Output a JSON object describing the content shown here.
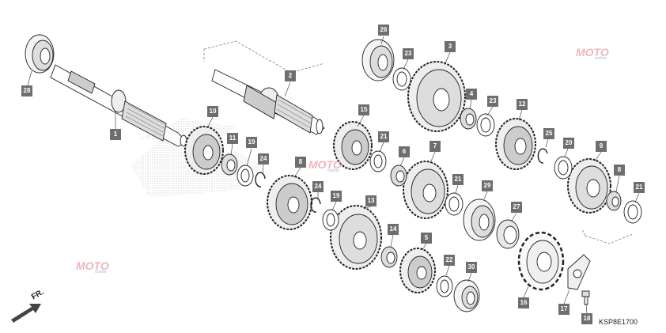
{
  "diagram": {
    "code": "KSP8E1700",
    "direction_label": "FR.",
    "watermark": {
      "text": "MOTO",
      "sub": "online"
    },
    "callouts": [
      {
        "id": "c1",
        "label": "1"
      },
      {
        "id": "c2",
        "label": "2"
      },
      {
        "id": "c3",
        "label": "3"
      },
      {
        "id": "c4",
        "label": "4"
      },
      {
        "id": "c5",
        "label": "5"
      },
      {
        "id": "c6",
        "label": "6"
      },
      {
        "id": "c7",
        "label": "7"
      },
      {
        "id": "c8a",
        "label": "8"
      },
      {
        "id": "c8b",
        "label": "8"
      },
      {
        "id": "c9",
        "label": "9"
      },
      {
        "id": "c10",
        "label": "10"
      },
      {
        "id": "c11",
        "label": "11"
      },
      {
        "id": "c12",
        "label": "12"
      },
      {
        "id": "c13",
        "label": "13"
      },
      {
        "id": "c14",
        "label": "14"
      },
      {
        "id": "c15",
        "label": "15"
      },
      {
        "id": "c16",
        "label": "16"
      },
      {
        "id": "c17",
        "label": "17"
      },
      {
        "id": "c18",
        "label": "18"
      },
      {
        "id": "c19a",
        "label": "19"
      },
      {
        "id": "c19b",
        "label": "19"
      },
      {
        "id": "c20",
        "label": "20"
      },
      {
        "id": "c21a",
        "label": "21"
      },
      {
        "id": "c21b",
        "label": "21"
      },
      {
        "id": "c21c",
        "label": "21"
      },
      {
        "id": "c22",
        "label": "22"
      },
      {
        "id": "c23a",
        "label": "23"
      },
      {
        "id": "c23b",
        "label": "23"
      },
      {
        "id": "c24a",
        "label": "24"
      },
      {
        "id": "c24b",
        "label": "24"
      },
      {
        "id": "c25",
        "label": "25"
      },
      {
        "id": "c26",
        "label": "26"
      },
      {
        "id": "c27",
        "label": "27"
      },
      {
        "id": "c28",
        "label": "28"
      },
      {
        "id": "c29",
        "label": "29"
      },
      {
        "id": "c30",
        "label": "30"
      }
    ]
  }
}
